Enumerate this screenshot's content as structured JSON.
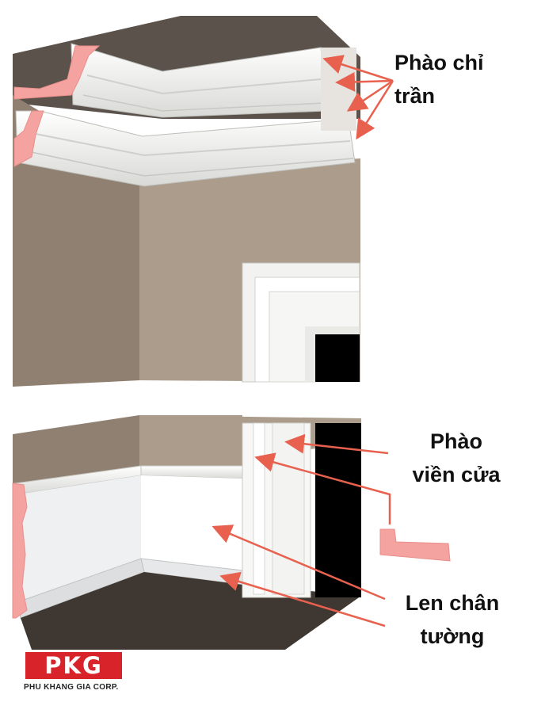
{
  "labels": {
    "ceiling_molding": [
      "Phào chỉ",
      "trần"
    ],
    "door_trim": [
      "Phào",
      "viền cửa"
    ],
    "baseboard": [
      "Len chân",
      "tường"
    ]
  },
  "logo": {
    "mark": "PKG",
    "company": "PHU KHANG GIA CORP.",
    "color": "#d8232a"
  },
  "colors": {
    "wall": "#a89a8a",
    "wall_dark": "#8f8072",
    "ceiling": "#5a524b",
    "floor": "#3f3731",
    "molding": "#f4f4f2",
    "section_pink": "#f4a3a0",
    "arrow": "#e8614f",
    "door_opening": "#000000"
  }
}
